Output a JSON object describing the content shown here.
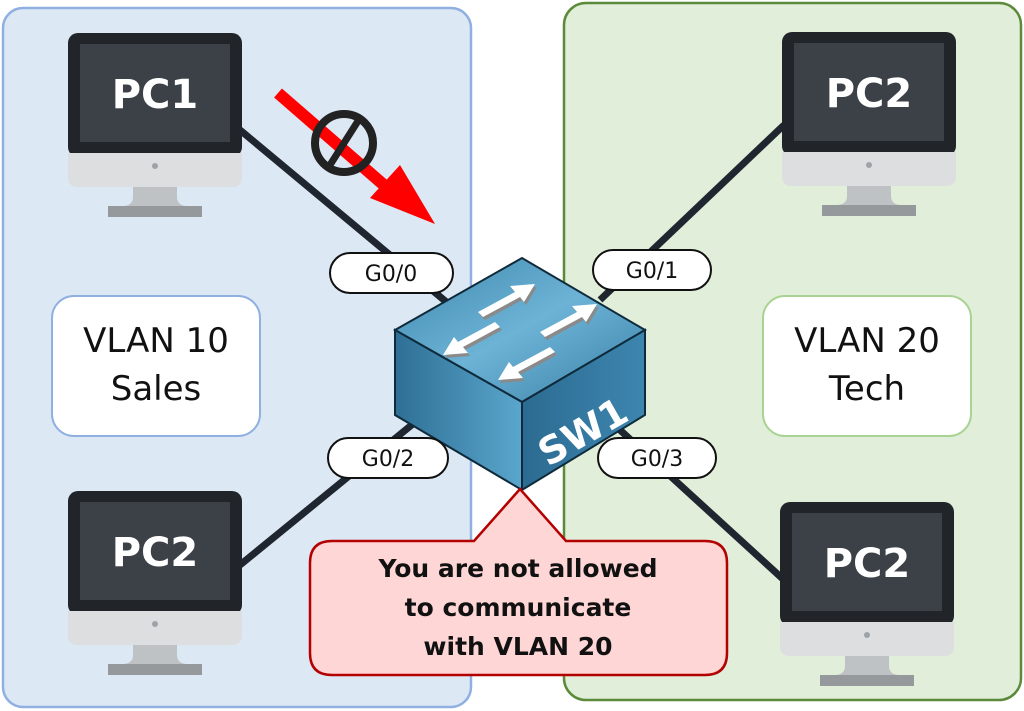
{
  "diagram": {
    "zones": [
      {
        "id": "vlan10",
        "title_line1": "VLAN 10",
        "title_line2": "Sales",
        "fill": "#dde8f5",
        "stroke": "#8fb0e0",
        "box_stroke": "#8fb0e0"
      },
      {
        "id": "vlan20",
        "title_line1": "VLAN 20",
        "title_line2": "Tech",
        "fill": "#e1eed9",
        "stroke": "#5a8a3a",
        "box_stroke": "#a9d394"
      }
    ],
    "switch": {
      "label": "SW1",
      "color": "#4a90b8"
    },
    "pcs": [
      {
        "id": "pc-top-left",
        "label": "PC1",
        "port": "G0/0",
        "zone": "vlan10"
      },
      {
        "id": "pc-bottom-left",
        "label": "PC2",
        "port": "G0/2",
        "zone": "vlan10"
      },
      {
        "id": "pc-top-right",
        "label": "PC2",
        "port": "G0/1",
        "zone": "vlan20"
      },
      {
        "id": "pc-bottom-right",
        "label": "PC2",
        "port": "G0/3",
        "zone": "vlan20"
      }
    ],
    "blocked_traffic": {
      "arrow_color": "#ff0000",
      "icon": "prohibited-icon"
    },
    "callout": {
      "line1": "You are not allowed",
      "line2": "to communicate",
      "line3": "with VLAN 20",
      "fill": "#ffd6d6",
      "stroke": "#b30000"
    }
  }
}
